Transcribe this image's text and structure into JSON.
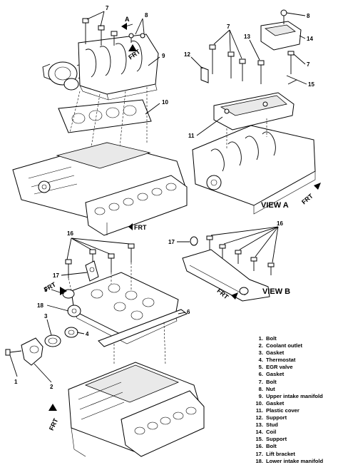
{
  "callouts": {
    "top_left": [
      "7",
      "8",
      "9",
      "10"
    ],
    "view_a": [
      "7",
      "8",
      "13",
      "12",
      "14",
      "7",
      "15",
      "11"
    ],
    "view_b": [
      "16",
      "17"
    ],
    "bottom": [
      "16",
      "17",
      "5",
      "18",
      "3",
      "1",
      "2",
      "4",
      "6"
    ]
  },
  "labels": {
    "arrow_a": "A",
    "frt": "FRT",
    "view_a": "VIEW A",
    "view_b": "VIEW B"
  },
  "legend": [
    {
      "num": "1.",
      "text": "Bolt"
    },
    {
      "num": "2.",
      "text": "Coolant outlet"
    },
    {
      "num": "3.",
      "text": "Gasket"
    },
    {
      "num": "4.",
      "text": "Thermostat"
    },
    {
      "num": "5.",
      "text": "EGR valve"
    },
    {
      "num": "6.",
      "text": "Gasket"
    },
    {
      "num": "7.",
      "text": "Bolt"
    },
    {
      "num": "8.",
      "text": "Nut"
    },
    {
      "num": "9.",
      "text": "Upper intake manifold"
    },
    {
      "num": "10.",
      "text": "Gasket"
    },
    {
      "num": "11.",
      "text": "Plastic cover"
    },
    {
      "num": "12.",
      "text": "Support"
    },
    {
      "num": "13.",
      "text": "Stud"
    },
    {
      "num": "14.",
      "text": "Coil"
    },
    {
      "num": "15.",
      "text": "Support"
    },
    {
      "num": "16.",
      "text": "Bolt"
    },
    {
      "num": "17.",
      "text": "Lift bracket"
    },
    {
      "num": "18.",
      "text": "Lower intake manifold"
    }
  ]
}
